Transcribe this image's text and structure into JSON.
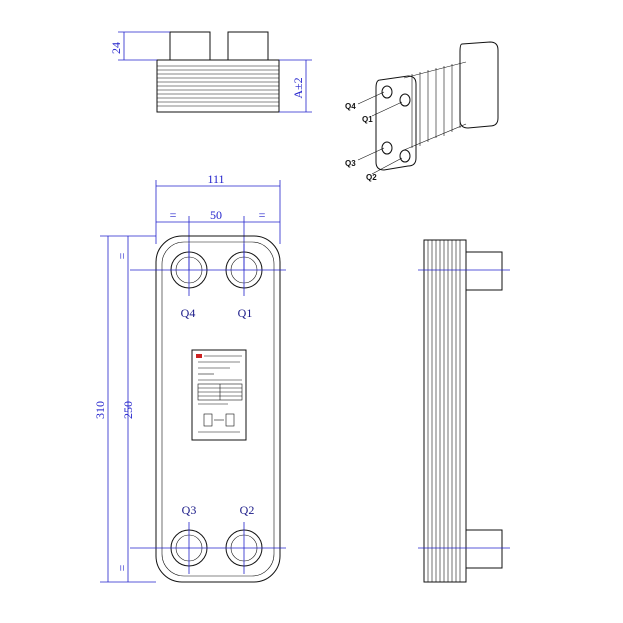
{
  "dimensions": {
    "top_nozzle_height": "24",
    "pack_thickness": "A±2",
    "overall_width": "111",
    "port_spacing": "50",
    "side_equal_left": "=",
    "side_equal_right": "=",
    "overall_height": "310",
    "port_height_spacing": "250",
    "top_equal": "=",
    "bottom_equal": "="
  },
  "ports": {
    "front": [
      "Q4",
      "Q1",
      "Q3",
      "Q2"
    ],
    "iso": [
      "Q4",
      "Q1",
      "Q3",
      "Q2"
    ]
  },
  "colors": {
    "dimension": "#2222cc",
    "outline": "#111111"
  }
}
